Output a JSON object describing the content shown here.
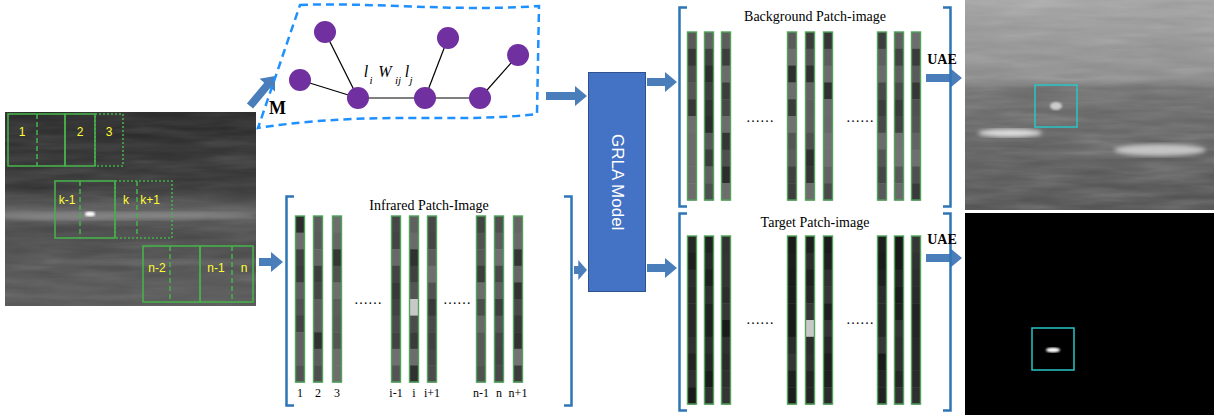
{
  "diagram": {
    "nodes": [
      {
        "text": [
          "M"
        ]
      },
      {
        "text": [
          "Infrared Patch-Image"
        ]
      },
      {
        "text": [
          "GRLA Model"
        ]
      },
      {
        "text": [
          "Background Patch-image"
        ]
      },
      {
        "text": [
          "Target Patch-image"
        ]
      }
    ],
    "edges": [
      {
        "from": 0,
        "to": 2,
        "arrow": "to"
      },
      {
        "from": 1,
        "to": 2,
        "arrow": "to"
      },
      {
        "from": 2,
        "to": 3,
        "arrow": "to"
      },
      {
        "from": 2,
        "to": 4,
        "arrow": "to"
      }
    ],
    "labels": [
      "1",
      "2",
      "3",
      "k-1",
      "k",
      "k+1",
      "n-2",
      "n-1",
      "n",
      "l",
      "i",
      "W",
      "ij",
      "l",
      "j",
      "1",
      "2",
      "3",
      "……",
      "i-1",
      "i",
      "i+1",
      "……",
      "n-1",
      "n",
      "n+1",
      "……",
      "……",
      "……",
      "……",
      "UAE",
      "UAE"
    ]
  }
}
